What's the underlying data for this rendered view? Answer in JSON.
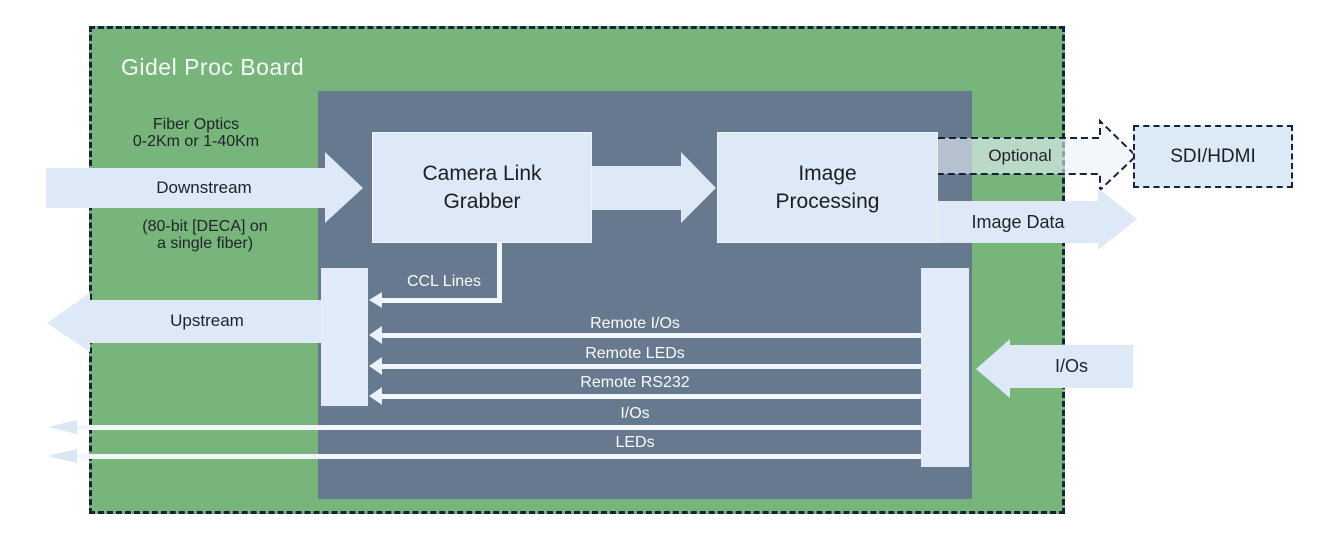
{
  "board": {
    "title": "Gidel Proc Board"
  },
  "annotations": {
    "fiber_optics_line1": "Fiber Optics",
    "fiber_optics_line2": "0-2Km or 1-40Km",
    "deca_line1": "(80-bit [DECA] on",
    "deca_line2": "a single fiber)"
  },
  "flows": {
    "downstream": "Downstream",
    "upstream": "Upstream",
    "optional": "Optional",
    "image_data": "Image Data",
    "ios_input": "I/Os"
  },
  "blocks": {
    "camera_link_grabber": {
      "line1": "Camera Link",
      "line2": "Grabber"
    },
    "image_processing": {
      "line1": "Image",
      "line2": "Processing"
    },
    "sdi_hdmi": {
      "label": "SDI/HDMI"
    }
  },
  "signals": {
    "ccl_lines": "CCL Lines",
    "remote_ios": "Remote I/Os",
    "remote_leds": "Remote LEDs",
    "remote_rs232": "Remote RS232",
    "ios": "I/Os",
    "leds": "LEDs"
  },
  "colors": {
    "board_green": "#77b57b",
    "panel_slate": "#66798f",
    "light_fill": "#dde9f6",
    "signal_line": "#f2f7fd",
    "border_navy": "#17233d"
  }
}
